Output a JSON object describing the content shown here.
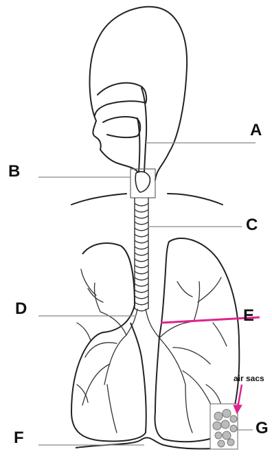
{
  "labels": {
    "a": "A",
    "b": "B",
    "c": "C",
    "d": "D",
    "e": "E",
    "f": "F",
    "g": "G",
    "air_sacs": "air sacs"
  },
  "colors": {
    "outline": "#222222",
    "leader_line": "#888888",
    "highlight": "#e0228c"
  }
}
